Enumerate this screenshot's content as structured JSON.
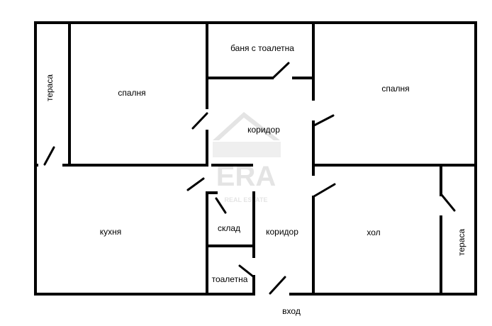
{
  "rooms": {
    "terrace_left": "тераса",
    "bedroom_left": "спалня",
    "bathroom": "баня с тоалетна",
    "bedroom_right": "спалня",
    "corridor_upper": "коридор",
    "kitchen": "кухня",
    "storage": "склад",
    "corridor_lower": "коридор",
    "toilet": "тоалетна",
    "living_room": "хол",
    "terrace_right": "тераса",
    "entrance": "вход"
  },
  "watermark": {
    "brand": "ERA",
    "tagline": "REAL ESTATE",
    "color": "#cfcfcf"
  },
  "colors": {
    "wall": "#000000",
    "background": "#ffffff"
  }
}
